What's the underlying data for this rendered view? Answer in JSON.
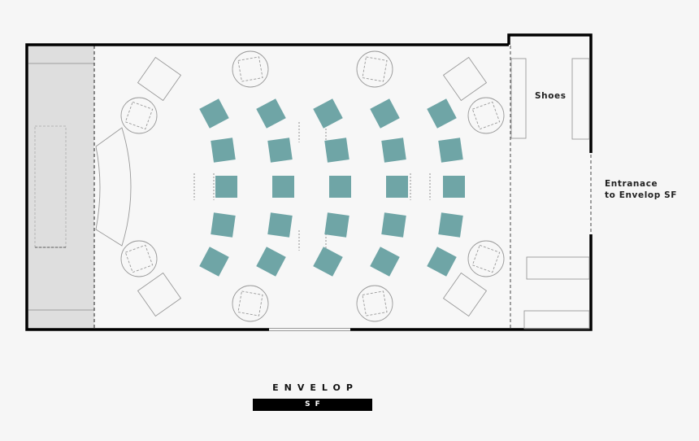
{
  "plan": {
    "colors": {
      "background": "#f6f6f6",
      "room_fill": "#f7f7f7",
      "stage_fill": "#dedede",
      "wall": "#000000",
      "outline": "#9a9a9a",
      "seat": "#6fa5a6"
    },
    "labels": {
      "shoes": "Shoes",
      "entrance_line1": "Entranace",
      "entrance_line2": "to Envelop SF"
    },
    "zones": [
      "stage",
      "listening-room",
      "shoe-area",
      "entrance"
    ],
    "seats": {
      "count": 25,
      "columns": 5,
      "rows": 5
    },
    "round_speakers": 8,
    "square_subwoofers": 4
  },
  "logo": {
    "word": "ENVELOP",
    "bar_text": "SF"
  }
}
